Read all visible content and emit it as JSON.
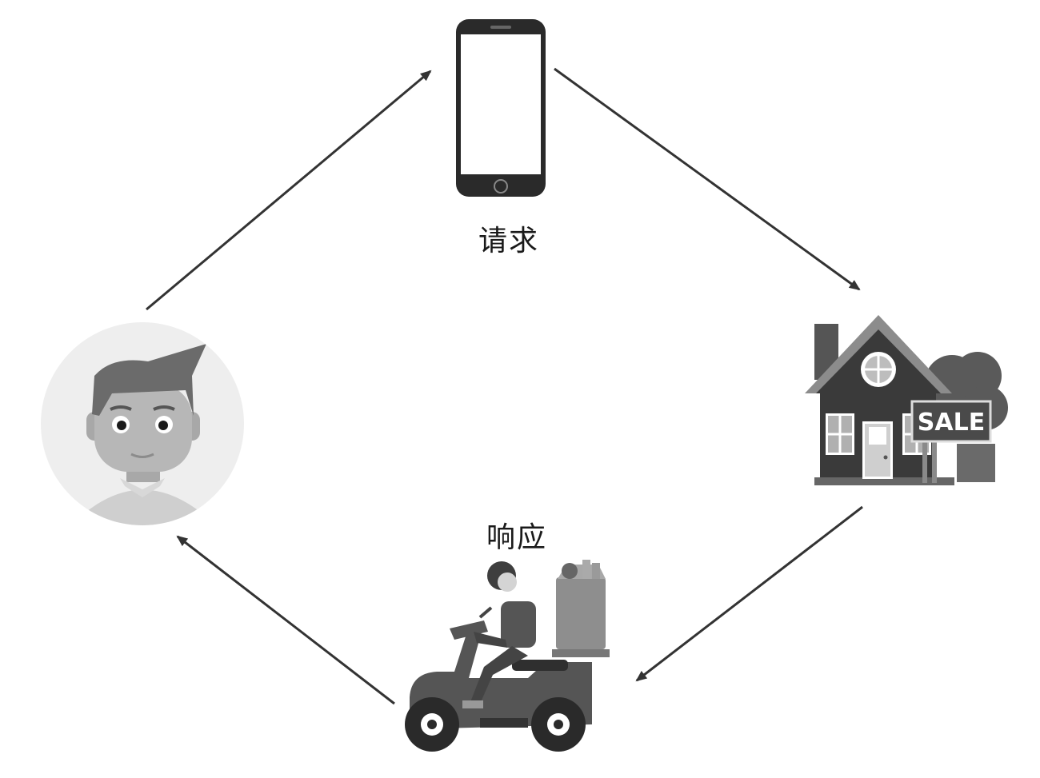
{
  "labels": {
    "request": "请求",
    "response": "响应",
    "sale_sign": "SALE"
  },
  "nodes": [
    {
      "id": "user",
      "icon": "user-avatar-icon"
    },
    {
      "id": "phone",
      "icon": "smartphone-icon"
    },
    {
      "id": "store",
      "icon": "house-for-sale-icon"
    },
    {
      "id": "courier",
      "icon": "delivery-scooter-icon"
    }
  ],
  "edges": [
    {
      "from": "user",
      "to": "phone"
    },
    {
      "from": "phone",
      "to": "store"
    },
    {
      "from": "store",
      "to": "courier"
    },
    {
      "from": "courier",
      "to": "user"
    }
  ],
  "colors": {
    "arrow": "#333333",
    "icon_dark": "#3a3a3a",
    "icon_mid": "#6e6e6e",
    "icon_light": "#bdbdbd",
    "background": "#ffffff"
  }
}
